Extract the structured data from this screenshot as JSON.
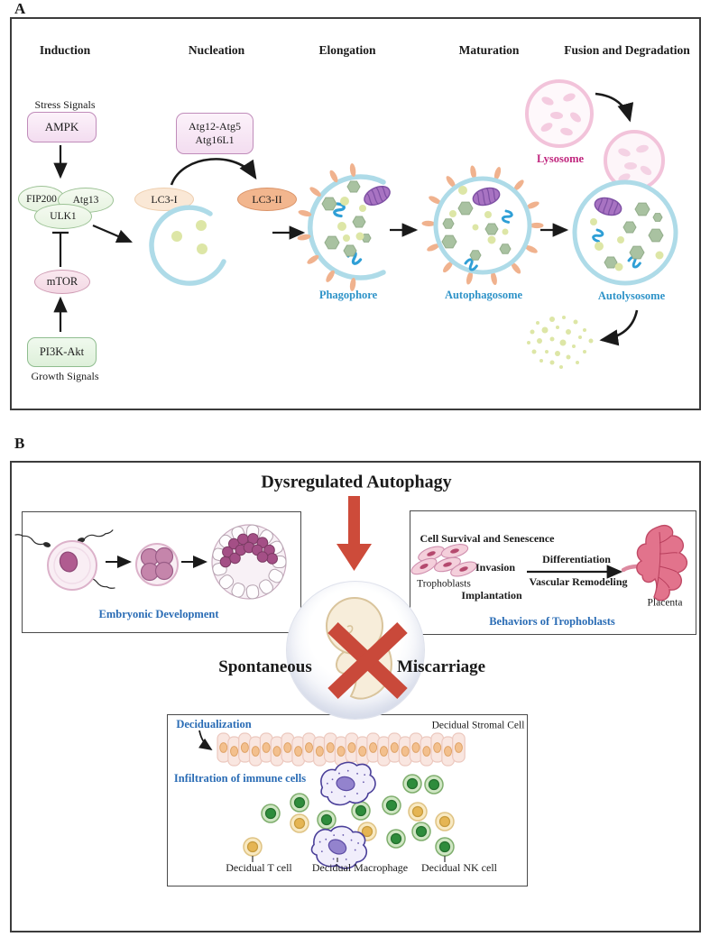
{
  "panel_a": {
    "label": "A",
    "stages": [
      "Induction",
      "Nucleation",
      "Elongation",
      "Maturation",
      "Fusion and Degradation"
    ],
    "induction": {
      "stress_signals": "Stress Signals",
      "ampk": "AMPK",
      "fip200": "FIP200",
      "atg13": "Atg13",
      "ulk1": "ULK1",
      "mtor": "mTOR",
      "pi3k_akt": "PI3K-Akt",
      "growth_signals": "Growth Signals"
    },
    "nucleation": {
      "atg_complex_line1": "Atg12-Atg5",
      "atg_complex_line2": "Atg16L1",
      "lc3_1": "LC3-I",
      "lc3_2": "LC3-II"
    },
    "labels": {
      "phagophore": "Phagophore",
      "autophagosome": "Autophagosome",
      "lysosome": "Lysosome",
      "autolysosome": "Autolysosome"
    }
  },
  "panel_b": {
    "label": "B",
    "title": "Dysregulated Autophagy",
    "spontaneous": "Spontaneous",
    "miscarriage": "Miscarriage",
    "embryonic_box": {
      "caption": "Embryonic Development"
    },
    "trophoblast_box": {
      "cell_survival": "Cell Survival and Senescence",
      "trophoblasts": "Trophoblasts",
      "invasion": "Invasion",
      "implantation": "Implantation",
      "differentiation": "Differentiation",
      "vascular_remodeling": "Vascular Remodeling",
      "placenta": "Placenta",
      "caption": "Behaviors of Trophoblasts"
    },
    "decidua_box": {
      "decidualization": "Decidualization",
      "stromal_cell": "Decidual Stromal Cell",
      "infiltration": "Infiltration of immune cells",
      "t_cell": "Decidual T cell",
      "macrophage": "Decidual Macrophage",
      "nk_cell": "Decidual NK cell"
    }
  },
  "colors": {
    "label_blue_panel_a": "#2e93c8",
    "label_blue_panel_b": "#2a6cb5",
    "lysosome_magenta": "#c0267e",
    "warning_red": "#c9493a",
    "membrane_blue": "#aedbe8",
    "spike_peach": "#f0b28e",
    "cargo_green": "#a9c2a1",
    "cargo_yellow_green": "#dde6a6",
    "mitochondrion_purple": "#a873c2",
    "lysosome_pink": "#f2c3da"
  }
}
